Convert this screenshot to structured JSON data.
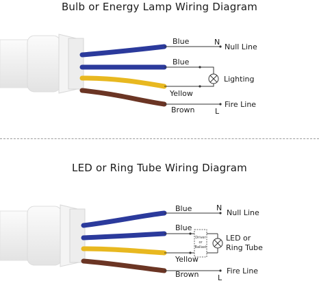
{
  "diagrams": [
    {
      "title": "Bulb or Energy Lamp Wiring Diagram",
      "wire_labels": [
        "Blue",
        "Blue",
        "Yellow",
        "Brown"
      ],
      "terminal_n": "N",
      "terminal_l": "L",
      "null_line": "Null Line",
      "fire_line": "Fire Line",
      "load_label": [
        "Lighting"
      ]
    },
    {
      "title": "LED or Ring Tube Wiring Diagram",
      "wire_labels": [
        "Blue",
        "Blue",
        "Yellow",
        "Brown"
      ],
      "terminal_n": "N",
      "terminal_l": "L",
      "null_line": "Null Line",
      "fire_line": "Fire Line",
      "driver_label": [
        "Driver",
        "or",
        "Ballast"
      ],
      "load_label": [
        "LED or",
        "Ring Tube"
      ]
    }
  ],
  "colors": {
    "blue_wire": "#2b3a9c",
    "yellow_wire": "#e8b820",
    "brown_wire": "#6b3524",
    "line": "#333333",
    "housing": "#f2f2f2"
  }
}
